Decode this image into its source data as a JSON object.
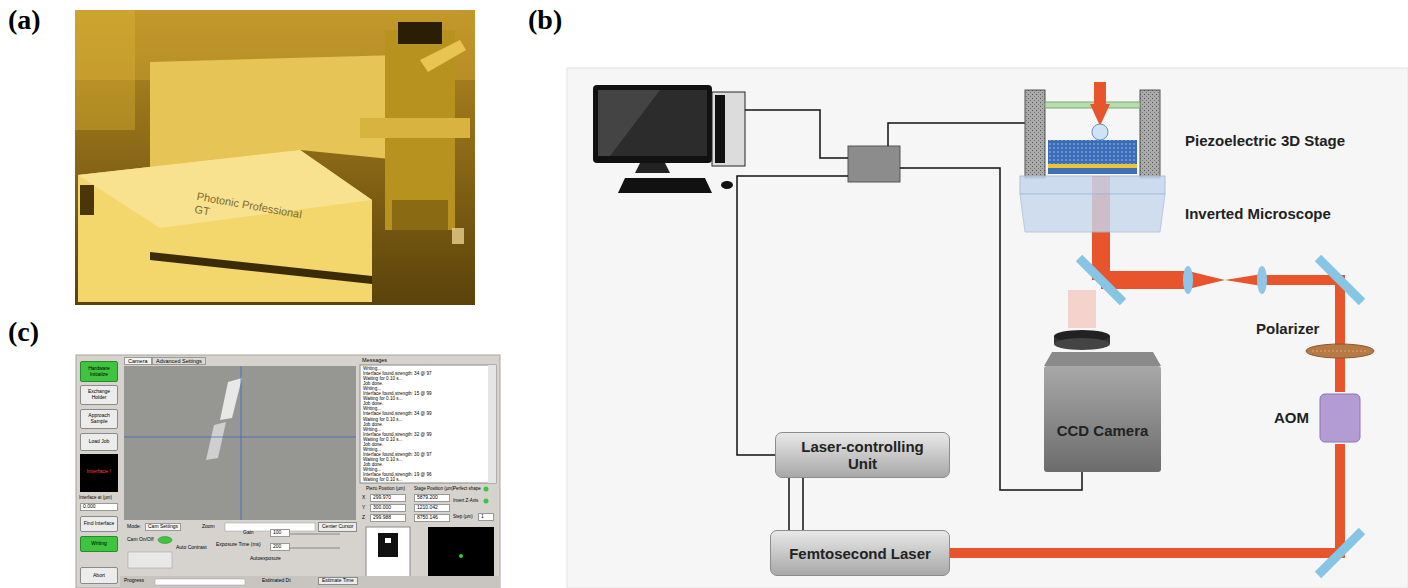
{
  "diagram": {
    "nodes": [
      {
        "text": [
          "Piezoelectric 3D Stage"
        ]
      },
      {
        "text": [
          "Inverted Microscope"
        ]
      },
      {
        "text": [
          "Polarizer"
        ]
      },
      {
        "text": [
          "AOM"
        ]
      },
      {
        "text": [
          "Laser-controlling Unit"
        ]
      },
      {
        "text": [
          "CCD Camera"
        ]
      },
      {
        "text": [
          "Femtosecond Laser"
        ]
      }
    ],
    "edges": [
      {
        "from": 4,
        "to": 6,
        "arrow": "none"
      },
      {
        "from": 6,
        "to": 3,
        "arrow": "none"
      },
      {
        "from": 3,
        "to": 2,
        "arrow": "none"
      }
    ],
    "labels": [
      "(a)",
      "(b)",
      "(c)",
      "Photonic Professional GT",
      "Camera",
      "Advanced Settings",
      "Messages",
      "Hardware Initialize",
      "Exchange Holder",
      "Approach Sample",
      "Load Job",
      "Interface !",
      "Interface at (µm)",
      "0.000",
      "Find Interface",
      "Writing",
      "Abort",
      "Mode:",
      "Cam Settings",
      "Zoom",
      "Center Cursor",
      "Cam On/Off",
      "Gain",
      "100",
      "Exposure Time (ms)",
      "200",
      "Auto Contrast",
      "Autoexposure",
      "Piezo Position (µm)",
      "Stage Position (µm)",
      "X",
      "Y",
      "Z",
      "299.970",
      "300.000",
      "299.988",
      "5879.200",
      "1210.042",
      "8750.146",
      "Perfect shape",
      "Invert Z-Axis",
      "Step (µm)",
      "1",
      "Progress",
      "Estimated Dt",
      "Estimate Time",
      "Writing...",
      "Interface found,strength: 34 @ 97",
      "Waiting for 0.10 s...",
      "Job done.",
      "Writing...",
      "Interface found,strength: 15 @ 99",
      "Waiting for 0.10 s...",
      "Job done.",
      "Writing...",
      "Interface found,strength: 34 @ 99",
      "Waiting for 0.10 s...",
      "Job done.",
      "Writing...",
      "Interface found,strength: 32 @ 99",
      "Waiting for 0.10 s...",
      "Job done.",
      "Writing...",
      "Interface found,strength: 30 @ 97",
      "Waiting for 0.10 s...",
      "Job done.",
      "Writing...",
      "Interface found,strength: 19 @ 96",
      "Waiting for 0.10 s..."
    ]
  }
}
